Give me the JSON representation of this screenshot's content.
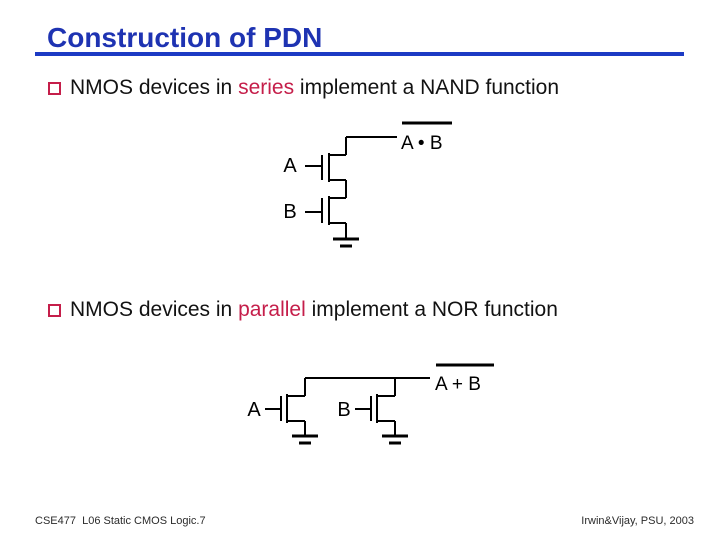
{
  "slide": {
    "title": "Construction of PDN",
    "bullets": [
      {
        "prefix": "NMOS devices in ",
        "highlight": "series",
        "suffix": " implement a NAND function"
      },
      {
        "prefix": "NMOS devices in ",
        "highlight": "parallel",
        "suffix": " implement a NOR function"
      }
    ],
    "nand_circuit": {
      "input_a": "A",
      "input_b": "B",
      "output": "A • B"
    },
    "nor_circuit": {
      "input_a": "A",
      "input_b": "B",
      "output": "A + B"
    },
    "footer_left": "CSE477  L06 Static CMOS Logic.7",
    "footer_right": "Irwin&Vijay, PSU, 2003",
    "colors": {
      "title_blue": "#1E33B2",
      "underline_blue": "#1C3AC4",
      "accent_red": "#C51E4A",
      "body_text": "#121212",
      "circuit_stroke": "#000000"
    }
  }
}
